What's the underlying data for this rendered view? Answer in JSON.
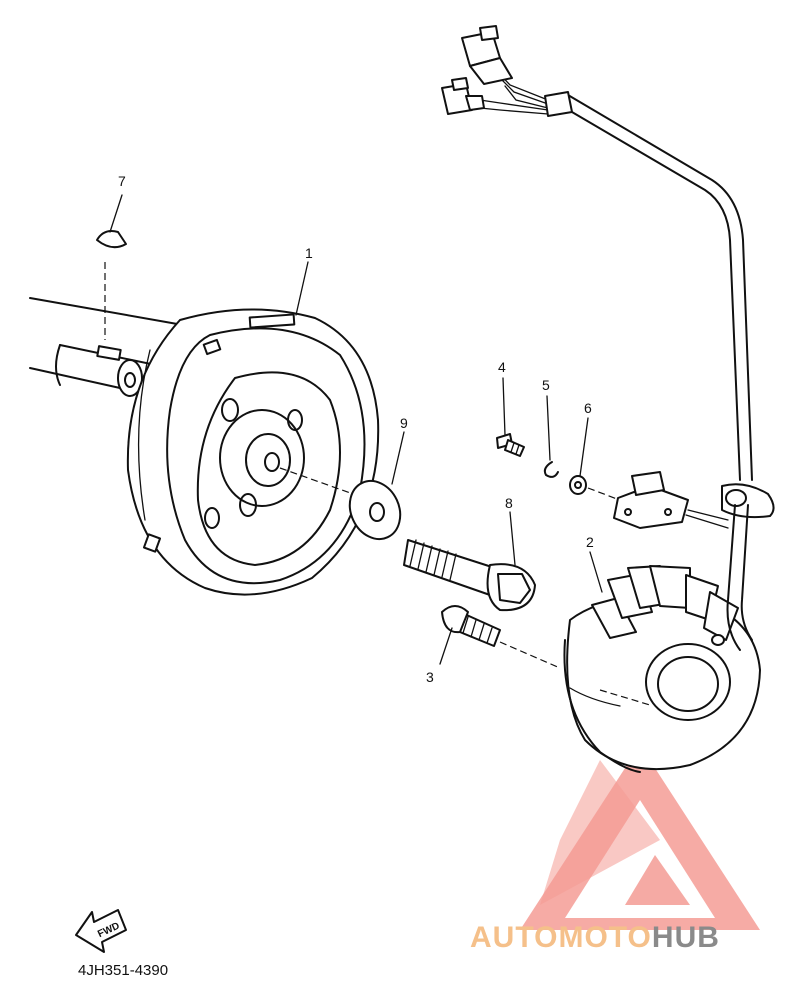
{
  "diagram": {
    "callouts": [
      "1",
      "2",
      "3",
      "4",
      "5",
      "6",
      "7",
      "8",
      "9"
    ],
    "direction_arrow_label": "FWD",
    "diagram_code": "4JH351-4390"
  },
  "watermark": {
    "prefix": "AUTOMOTO",
    "suffix": "HUB",
    "colors": {
      "logo_triangle": "#f28b82",
      "prefix": "#f5c08a",
      "suffix": "#8a8a8a"
    }
  }
}
